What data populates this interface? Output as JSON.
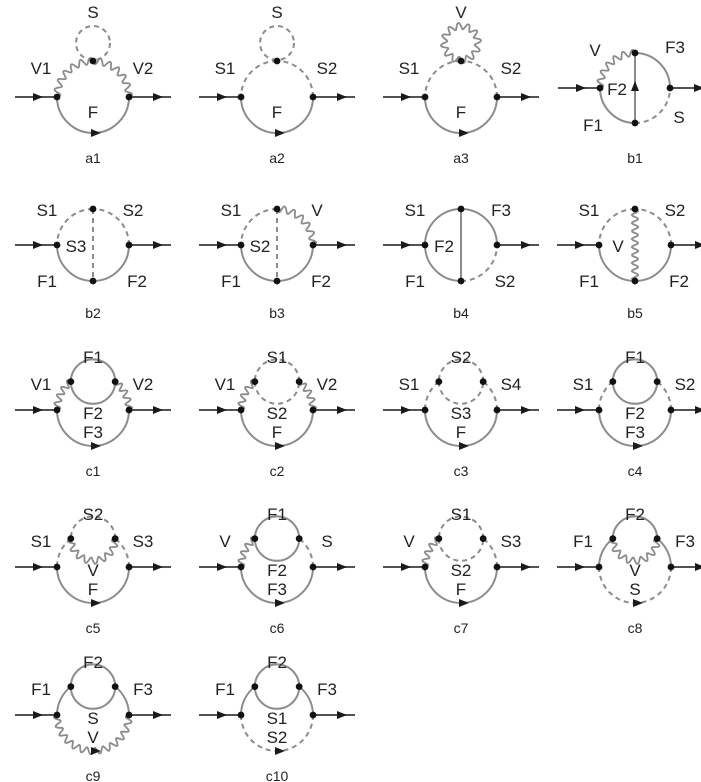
{
  "diagrams": [
    {
      "caption": "a1",
      "labels": {
        "top": "S",
        "left": "V1",
        "right": "V2",
        "in1": "F"
      }
    },
    {
      "caption": "a2",
      "labels": {
        "top": "S",
        "left": "S1",
        "right": "S2",
        "in1": "F"
      }
    },
    {
      "caption": "a3",
      "labels": {
        "top": "V",
        "left": "S1",
        "right": "S2",
        "in1": "F"
      }
    },
    {
      "caption": "b1",
      "labels": {
        "ul": "V",
        "ur": "F3",
        "in1": "F2",
        "ll": "F1",
        "lr": "S"
      }
    },
    {
      "caption": "b2",
      "labels": {
        "ul": "S1",
        "ur": "S2",
        "in1": "S3",
        "ll": "F1",
        "lr": "F2"
      }
    },
    {
      "caption": "b3",
      "labels": {
        "ul": "S1",
        "ur": "V",
        "in1": "S2",
        "ll": "F1",
        "lr": "F2"
      }
    },
    {
      "caption": "b4",
      "labels": {
        "ul": "S1",
        "ur": "F3",
        "in1": "F2",
        "ll": "F1",
        "lr": "S2"
      }
    },
    {
      "caption": "b5",
      "labels": {
        "ul": "S1",
        "ur": "S2",
        "in1": "V",
        "ll": "F1",
        "lr": "F2"
      }
    },
    {
      "caption": "c1",
      "labels": {
        "top": "F1",
        "left": "V1",
        "right": "V2",
        "in1": "F2",
        "in2": "F3"
      }
    },
    {
      "caption": "c2",
      "labels": {
        "top": "S1",
        "left": "V1",
        "right": "V2",
        "in1": "S2",
        "in2": "F"
      }
    },
    {
      "caption": "c3",
      "labels": {
        "top": "S2",
        "left": "S1",
        "right": "S4",
        "in1": "S3",
        "in2": "F"
      }
    },
    {
      "caption": "c4",
      "labels": {
        "top": "F1",
        "left": "S1",
        "right": "S2",
        "in1": "F2",
        "in2": "F3"
      }
    },
    {
      "caption": "c5",
      "labels": {
        "top": "S2",
        "left": "S1",
        "right": "S3",
        "in1": "V",
        "in2": "F"
      }
    },
    {
      "caption": "c6",
      "labels": {
        "top": "F1",
        "left": "V",
        "right": "S",
        "in1": "F2",
        "in2": "F3"
      }
    },
    {
      "caption": "c7",
      "labels": {
        "top": "S1",
        "left": "V",
        "right": "S3",
        "in1": "S2",
        "in2": "F"
      }
    },
    {
      "caption": "c8",
      "labels": {
        "top": "F2",
        "left": "F1",
        "right": "F3",
        "in1": "V",
        "in2": "S"
      }
    },
    {
      "caption": "c9",
      "labels": {
        "top": "F2",
        "left": "F1",
        "right": "F3",
        "in1": "S",
        "in2": "V"
      }
    },
    {
      "caption": "c10",
      "labels": {
        "top": "F2",
        "left": "F1",
        "right": "F3",
        "in1": "S1",
        "in2": "S2"
      }
    }
  ]
}
